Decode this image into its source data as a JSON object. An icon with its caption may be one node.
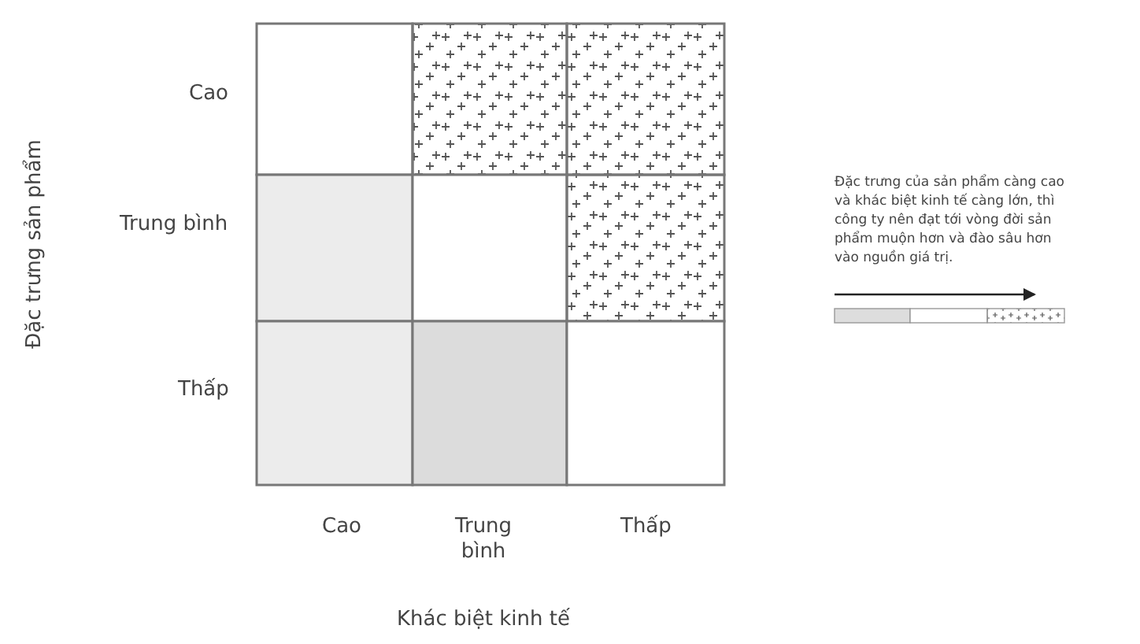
{
  "diagram": {
    "labels": [
      "Đặc trưng sản phẩm",
      "Cao",
      "Trung bình",
      "Thấp",
      "Cao",
      "Trung bình",
      "Thấp",
      "Khác biệt kinh tế",
      "Đặc trưng của sản phẩm càng cao và khác biệt kinh tế càng lớn, thì công ty nên đạt tới vòng đời sản phẩm muộn hơn và đào sâu hơn vào nguồn giá trị."
    ]
  }
}
